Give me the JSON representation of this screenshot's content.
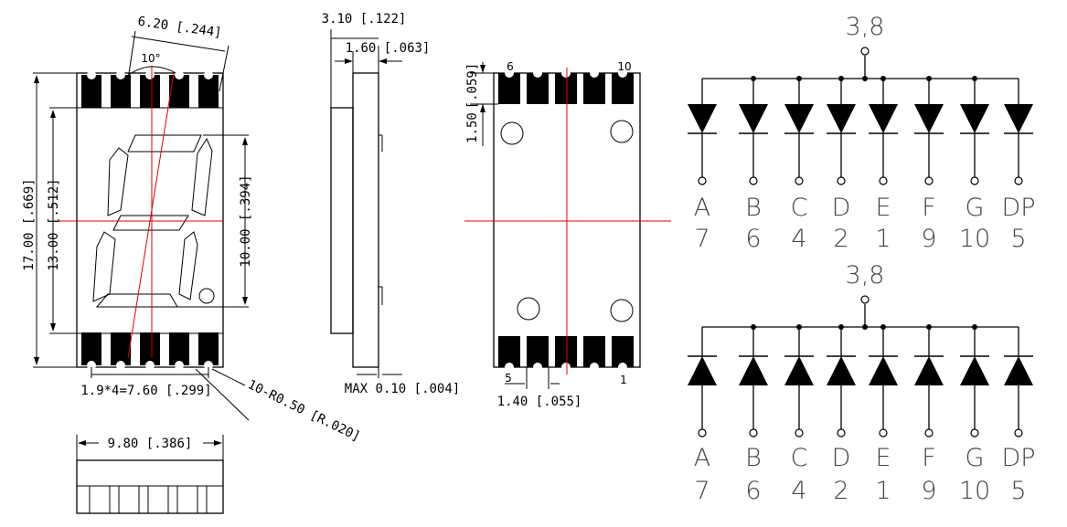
{
  "front_view": {
    "width_label": "6.20 [.244]",
    "angle_label": "10°",
    "height_label": "17.00 [.669]",
    "inner_height_label": "13.00 [.512]",
    "digit_height_label": "10.00 [.394]",
    "pitch_label": "1.9*4=7.60 [.299]",
    "radius_label": "10-R0.50 [R.020]"
  },
  "side_view": {
    "thickness_label": "3.10 [.122]",
    "body_label": "1.60 [.063]",
    "max_label": "MAX 0.10 [.004]"
  },
  "bottom_view": {
    "pad_len_label": "[.059]",
    "pad_len_value": "1.50",
    "pin_top_left": "6",
    "pin_top_right": "10",
    "pin_bottom_left": "5",
    "pin_bottom_right": "1",
    "pad_width_label": "1.40 [.055]"
  },
  "end_view": {
    "width_label": "9.80 [.386]"
  },
  "schematic_common_anode": {
    "common_label": "3,8",
    "segments": [
      "A",
      "B",
      "C",
      "D",
      "E",
      "F",
      "G",
      "DP"
    ],
    "pins": [
      "7",
      "6",
      "4",
      "2",
      "1",
      "9",
      "10",
      "5"
    ]
  },
  "schematic_common_cathode": {
    "common_label": "3,8",
    "segments": [
      "A",
      "B",
      "C",
      "D",
      "E",
      "F",
      "G",
      "DP"
    ],
    "pins": [
      "7",
      "6",
      "4",
      "2",
      "1",
      "9",
      "10",
      "5"
    ]
  }
}
